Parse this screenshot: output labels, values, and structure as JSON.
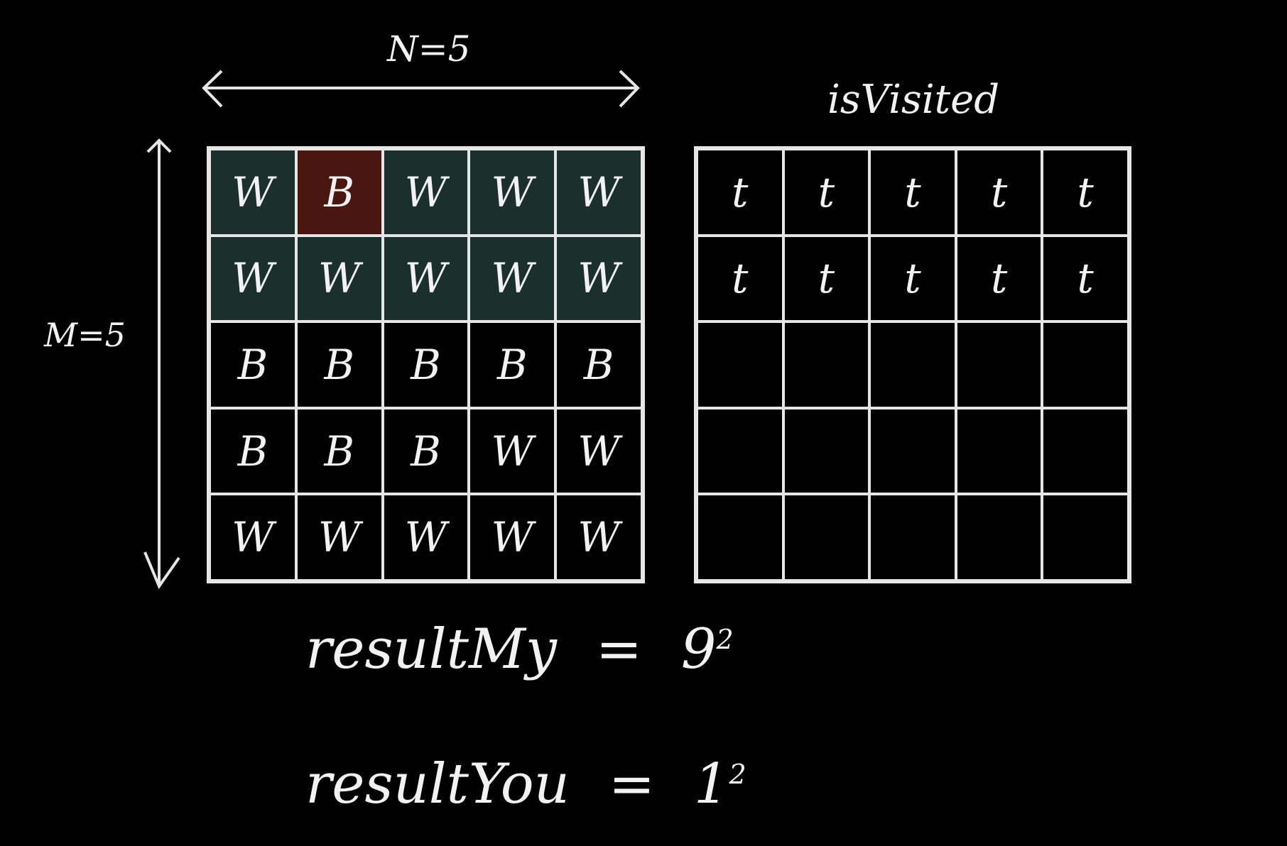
{
  "labels": {
    "n": "N=5",
    "m": "M=5",
    "visited_title": "isVisited"
  },
  "board": {
    "rows": [
      [
        "W",
        "B",
        "W",
        "W",
        "W"
      ],
      [
        "W",
        "W",
        "W",
        "W",
        "W"
      ],
      [
        "B",
        "B",
        "B",
        "B",
        "B"
      ],
      [
        "B",
        "B",
        "B",
        "W",
        "W"
      ],
      [
        "W",
        "W",
        "W",
        "W",
        "W"
      ]
    ],
    "highlight_color_green": "#1b302c",
    "highlight_color_red": "#4a1710"
  },
  "visited": {
    "rows": [
      [
        "t",
        "t",
        "t",
        "t",
        "t"
      ],
      [
        "t",
        "t",
        "t",
        "t",
        "t"
      ],
      [
        "",
        "",
        "",
        "",
        ""
      ],
      [
        "",
        "",
        "",
        "",
        ""
      ],
      [
        "",
        "",
        "",
        "",
        ""
      ]
    ]
  },
  "results": {
    "my_label": "resultMy",
    "my_eq": "=",
    "my_base": "9",
    "my_exp": "2",
    "you_label": "resultYou",
    "you_eq": "=",
    "you_base": "1",
    "you_exp": "2"
  }
}
